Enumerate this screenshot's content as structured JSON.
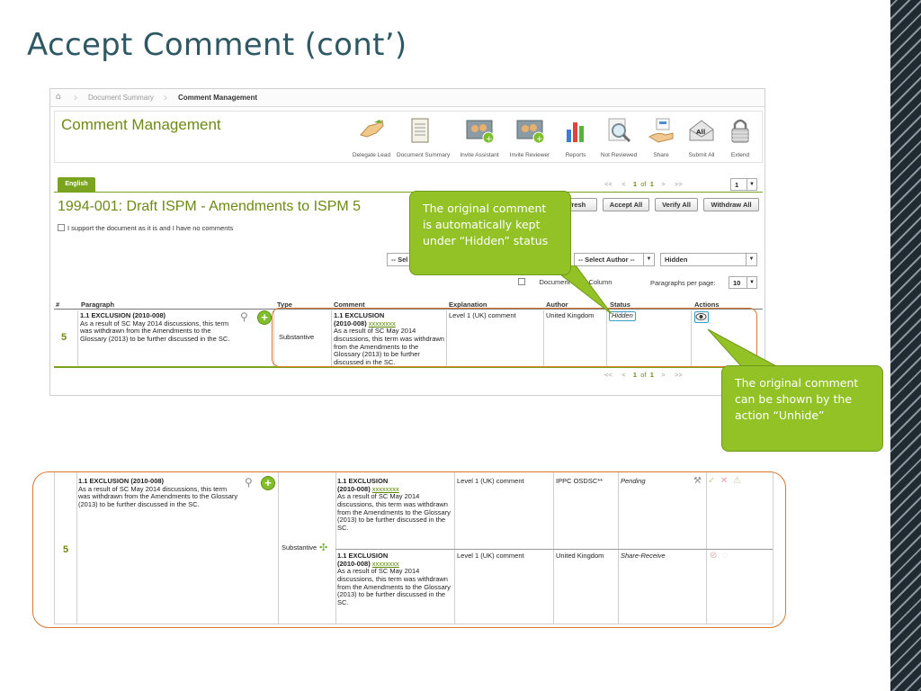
{
  "slide": {
    "title": "Accept Comment (cont’)"
  },
  "breadcrumb": {
    "home": "⌂",
    "items": [
      "Document Summary",
      "Comment Management"
    ]
  },
  "header": {
    "title": "Comment Management",
    "tools": [
      {
        "name": "delegate-lead",
        "label": "Delegate Lead",
        "icon": "handshake-icon"
      },
      {
        "name": "document-summary",
        "label": "Document Summary",
        "icon": "document-icon"
      },
      {
        "name": "invite-assistant",
        "label": "Invite Assistant",
        "icon": "user-add-icon"
      },
      {
        "name": "invite-reviewer",
        "label": "Invite Reviewer",
        "icon": "user-add-icon"
      },
      {
        "name": "reports",
        "label": "Reports",
        "icon": "bar-chart-icon"
      },
      {
        "name": "not-reviewed",
        "label": "Not Reviewed",
        "icon": "magnifier-icon"
      },
      {
        "name": "share",
        "label": "Share",
        "icon": "share-hand-icon"
      },
      {
        "name": "submit-all",
        "label": "Submit All",
        "icon": "envelope-all-icon"
      },
      {
        "name": "extend",
        "label": "Extend",
        "icon": "padlock-icon"
      }
    ]
  },
  "tabs": {
    "language": "English"
  },
  "pager": {
    "first": "<<",
    "prev": "<",
    "current": "1",
    "of": "of",
    "total": "1",
    "next": ">",
    "last": ">>",
    "page_select": "1"
  },
  "document": {
    "title": "1994-001: Draft ISPM - Amendments to ISPM 5",
    "support_label": "I support the document as it is and I have no comments"
  },
  "buttons": {
    "refresh": "efresh",
    "accept_all": "Accept All",
    "verify_all": "Verify All",
    "withdraw_all": "Withdraw All"
  },
  "filters": {
    "select_partial": "-- Sel",
    "author": "-- Select Author --",
    "status": "Hidden"
  },
  "options": {
    "lead_column": "Document Lead Column",
    "per_page_label": "Paragraphs per page:",
    "per_page_value": "10"
  },
  "grid": {
    "headers": [
      "#",
      "Paragraph",
      "Type",
      "Comment",
      "Explanation",
      "Author",
      "Status",
      "Actions"
    ],
    "row": {
      "num": "5",
      "paragraph_title": "1.1 EXCLUSION (2010-008)",
      "paragraph_text": "As a result of SC May 2014 discussions, this term was withdrawn from the Amendments to the Glossary (2013) to be further discussed in the SC.",
      "type": "Substantive",
      "comment_title": "1.1 EXCLUSION",
      "comment_code": "(2010-008)",
      "comment_mark": "xxxxxxxx",
      "comment_text": "As a result of SC May 2014 discussions, this term was withdrawn from the Amendments to the Glossary (2013) to be further discussed in the SC.",
      "explanation": "Level 1 (UK) comment",
      "author": "United Kingdom",
      "status": "Hidden",
      "action_icon": "eye-icon"
    }
  },
  "callouts": {
    "hidden": "The original comment is automatically kept under “Hidden” status",
    "unhide": "The original comment can be shown by the action “Unhide”"
  },
  "detail": {
    "num": "5",
    "paragraph_title": "1.1 EXCLUSION (2010-008)",
    "paragraph_text": "As a result of SC May 2014 discussions, this term was withdrawn from the Amendments to the Glossary (2013) to be further discussed in the SC.",
    "type": "Substantive",
    "comments": [
      {
        "title": "1.1 EXCLUSION",
        "code": "(2010-008)",
        "mark": "xxxxxxxx",
        "text": "As a result of SC May 2014 discussions, this term was withdrawn from the Amendments to the Glossary (2013) to be further discussed in the SC.",
        "explanation": "Level 1 (UK) comment",
        "author": "IPPC OSDSC**",
        "status": "Pending"
      },
      {
        "title": "1.1 EXCLUSION",
        "code": "(2010-008)",
        "mark": "xxxxxxxx",
        "text": "As a result of SC May 2014 discussions, this term was withdrawn from the Amendments to the Glossary (2013) to be further discussed in the SC.",
        "explanation": "Level 1 (UK) comment",
        "author": "United Kingdom",
        "status": "Share-Receive"
      }
    ]
  },
  "colors": {
    "accent_green": "#7aa420",
    "title_green": "#6d8a13",
    "callout_green": "#92c225",
    "highlight_orange": "#d9782e",
    "slide_title": "#2f5865"
  }
}
